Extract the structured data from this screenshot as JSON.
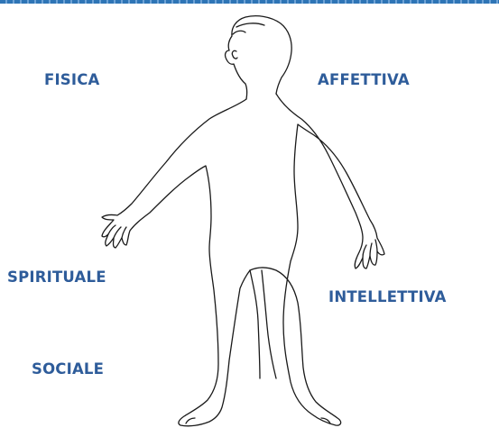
{
  "labels": {
    "fisica": "FISICA",
    "affettiva": "AFFETTIVA",
    "spirituale": "SPIRITUALE",
    "intellettiva": "INTELLETTIVA",
    "sociale": "SOCIALE"
  },
  "colors": {
    "label_text": "#2e5c9a",
    "outline": "#1a1a1a",
    "top_border": "#2e75b6"
  },
  "icons": {
    "figure": "human-body-outline"
  }
}
